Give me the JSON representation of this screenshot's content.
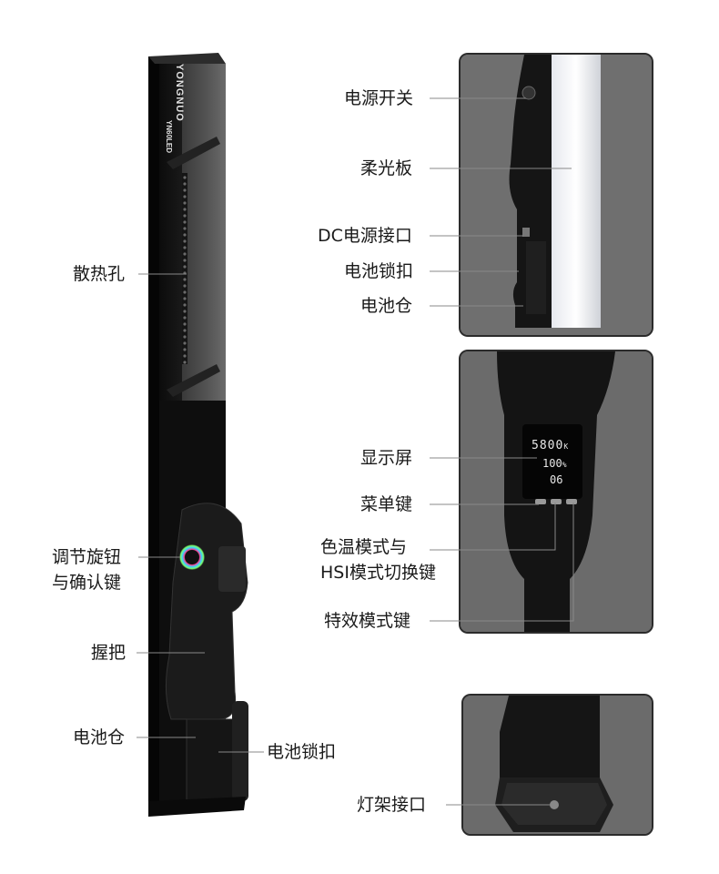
{
  "brand": {
    "logo": "YONGNUO",
    "model": "YN60LED"
  },
  "left_callouts": {
    "vent": "散热孔",
    "knob_line1": "调节旋钮",
    "knob_line2": "与确认键",
    "grip": "握把",
    "battery_bay": "电池仓",
    "battery_lock": "电池锁扣"
  },
  "panel_side": {
    "power_switch": "电源开关",
    "diffuser": "柔光板",
    "dc_port": "DC电源接口",
    "battery_lock": "电池锁扣",
    "battery_bay": "电池仓"
  },
  "panel_display": {
    "screen": "显示屏",
    "menu_key": "菜单键",
    "mode_key_line1": "色温模式与",
    "mode_key_line2": "HSI模式切换键",
    "effect_key": "特效模式键",
    "lcd_temp": "5800",
    "lcd_temp_unit": "K",
    "lcd_brightness": "100",
    "lcd_brightness_unit": "%",
    "lcd_channel": "06"
  },
  "panel_mount": {
    "mount": "灯架接口"
  }
}
